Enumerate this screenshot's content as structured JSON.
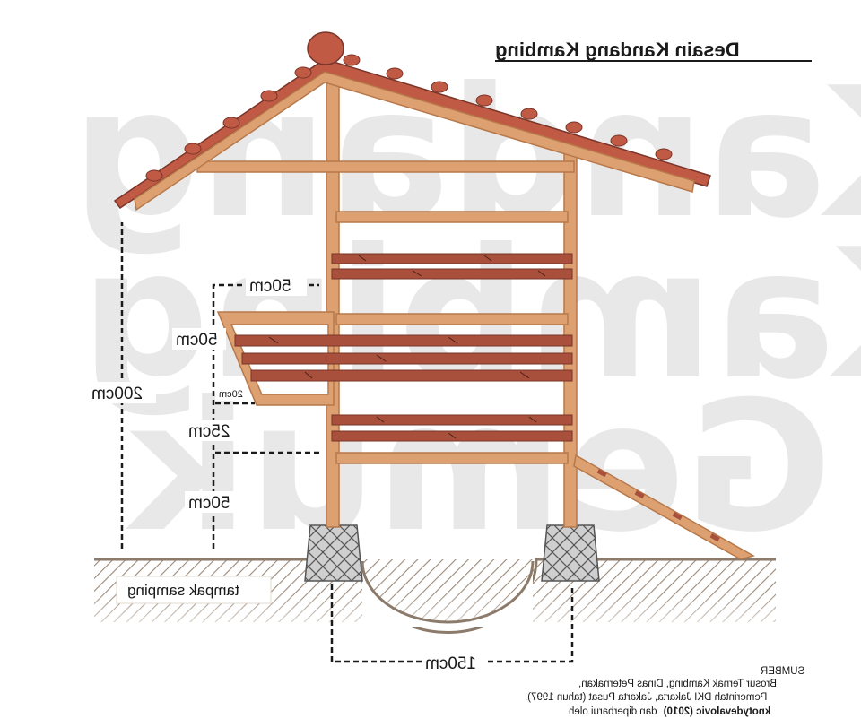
{
  "title": "Desain Kandang Kambing",
  "watermark": [
    "Kandang",
    "Kambing",
    "Gemuk"
  ],
  "view_label": "tampak samping",
  "dimensions": {
    "total_height": "200cm",
    "feeder_width": "50cm",
    "feeder_height": "50cm",
    "feeder_bottom": "20cm",
    "gap_below_feeder": "25cm",
    "floor_height": "50cm",
    "pillar_span": "150cm"
  },
  "source": {
    "heading": "SUMBER",
    "line1": "Brosur Ternak Kambing, Dinas Peternakan,",
    "line2": "Pemerintah DKI Jakarta, Jakarta Pusat (tahun 1997).",
    "line3_prefix": "dan diperbarui oleh",
    "line3_bold": "knotydevalovic (2010)"
  },
  "colors": {
    "wood": "#dda070",
    "wood_edge": "#b7784a",
    "slat": "#a8503c",
    "roof": "#c05a45",
    "soil": "#a89484"
  }
}
